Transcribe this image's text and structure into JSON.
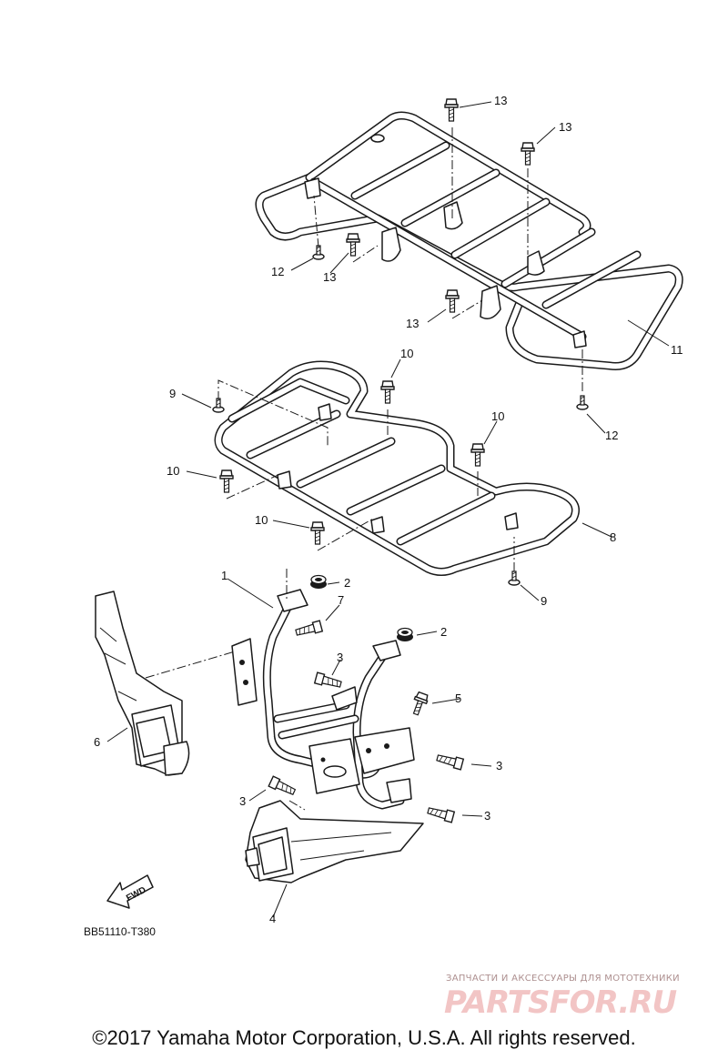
{
  "diagram": {
    "part_labels": {
      "p1": "1",
      "p2a": "2",
      "p2b": "2",
      "p3a": "3",
      "p3b": "3",
      "p3c": "3",
      "p3d": "3",
      "p4": "4",
      "p5": "5",
      "p6": "6",
      "p7": "7",
      "p8": "8",
      "p9a": "9",
      "p9b": "9",
      "p10a": "10",
      "p10b": "10",
      "p10c": "10",
      "p10d": "10",
      "p11": "11",
      "p12a": "12",
      "p12b": "12",
      "p13a": "13",
      "p13b": "13",
      "p13c": "13",
      "p13d": "13"
    },
    "fwd_label": "FWD",
    "drawing_code": "BB51110-T380"
  },
  "watermark": {
    "tagline": "ЗАПЧАСТИ И АКСЕССУАРЫ ДЛЯ МОТОТЕХНИКИ",
    "logo": "PARTSFOR.RU"
  },
  "footer": {
    "copyright": "©2017 Yamaha Motor Corporation, U.S.A. All rights reserved."
  }
}
